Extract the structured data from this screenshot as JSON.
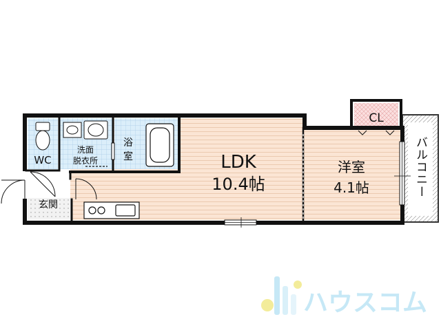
{
  "rooms": {
    "ldk": {
      "name": "LDK",
      "size": "10.4帖"
    },
    "western": {
      "name": "洋室",
      "size": "4.1帖"
    },
    "closet": {
      "name": "CL"
    },
    "balcony": {
      "name": "バルコニー"
    },
    "wc": {
      "name": "WC"
    },
    "washroom": {
      "line1": "洗面",
      "line2": "脱衣所"
    },
    "bath": {
      "line1": "浴",
      "line2": "室"
    },
    "entrance": {
      "name": "玄関"
    }
  },
  "watermark": {
    "brand": "ハウスコム"
  },
  "colors": {
    "wood": "#fbe5d4",
    "tile": "#dbeefa",
    "closet": "#fbe0e0",
    "wall": "#111111",
    "watermark": "#c6e8f6"
  }
}
